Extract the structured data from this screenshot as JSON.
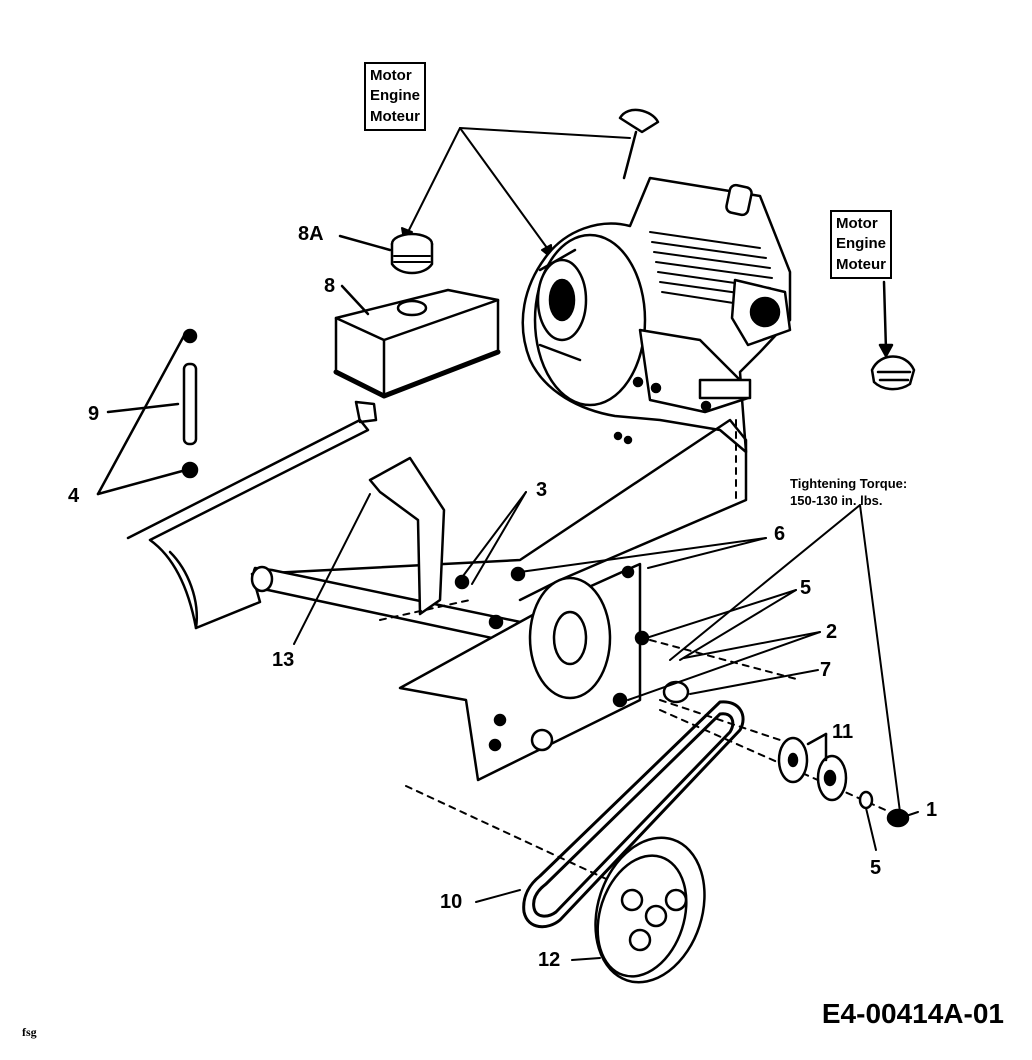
{
  "engine_labels": {
    "top": [
      "Motor",
      "Engine",
      "Moteur"
    ],
    "right": [
      "Motor",
      "Engine",
      "Moteur"
    ]
  },
  "torque_note": {
    "line1": "Tightening Torque:",
    "line2": "150-130 in. lbs."
  },
  "callouts": {
    "c8a": "8A",
    "c8": "8",
    "c9": "9",
    "c4": "4",
    "c3": "3",
    "c13": "13",
    "c6": "6",
    "c5a": "5",
    "c2": "2",
    "c7": "7",
    "c11": "11",
    "c1": "1",
    "c5b": "5",
    "c10": "10",
    "c12": "12"
  },
  "drawing_id": "E4-00414A-01",
  "footnote": "fsg"
}
